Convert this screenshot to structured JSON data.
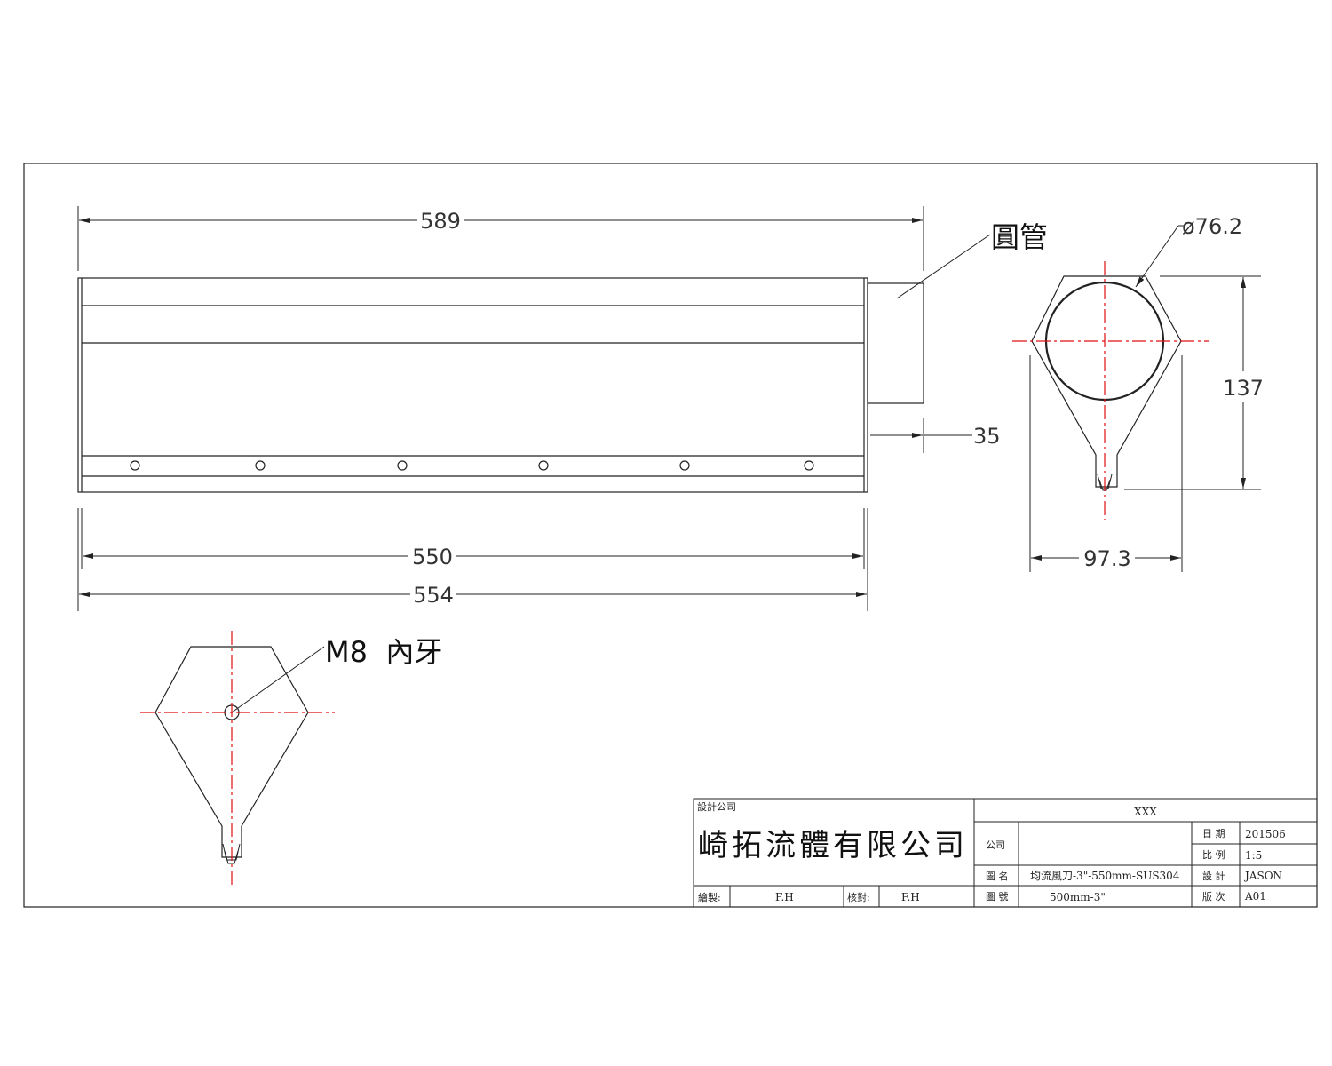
{
  "dimensions": {
    "overall_length": "589",
    "tube_label": "圓管",
    "tube_diameter": "ø76.2",
    "height": "137",
    "tube_offset": "35",
    "body_length": "550",
    "total_length": "554",
    "width": "97.3"
  },
  "callouts": {
    "thread": "M8  內牙"
  },
  "title_block": {
    "design_company_label": "設計公司",
    "company_name": "崎拓流體有限公司",
    "drawn_label": "繪製:",
    "drawn_value": "F.H",
    "checked_label": "核對:",
    "checked_value": "F.H",
    "project_header": "XXX",
    "customer_label": "公司",
    "customer_value": "",
    "drawing_name_label": "圖 名",
    "drawing_name_value": "均流風刀-3\"-550mm-SUS304",
    "drawing_no_label": "圖 號",
    "drawing_no_value": "500mm-3\"",
    "date_label": "日 期",
    "date_value": "201506",
    "scale_label": "比 例",
    "scale_value": "1:5",
    "designer_label": "設 計",
    "designer_value": "JASON",
    "version_label": "版 次",
    "version_value": "A01"
  }
}
